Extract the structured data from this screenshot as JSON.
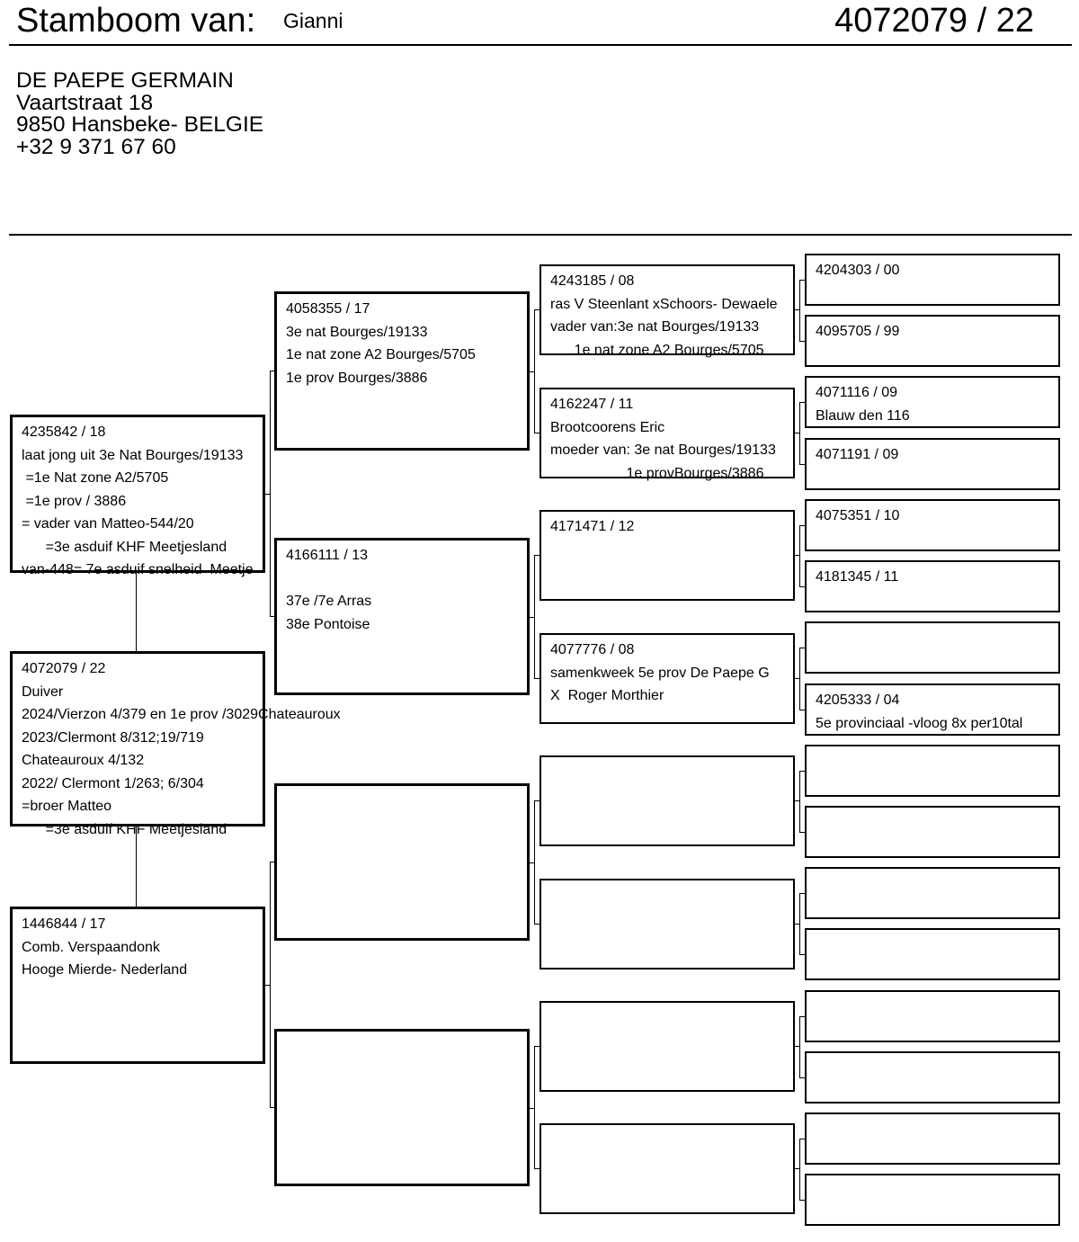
{
  "header": {
    "title": "Stamboom van:",
    "name": "Gianni",
    "ring": "4072079 / 22"
  },
  "owner": {
    "name": "DE PAEPE GERMAIN",
    "street": "Vaartstraat 18",
    "city": "9850 Hansbeke- BELGIE",
    "phone": "+32 9 371 67 60"
  },
  "pigeon": {
    "lines": [
      "4072079 / 22",
      "Duiver",
      "2024/Vierzon 4/379 en 1e prov /3029Chateauroux",
      "2023/Clermont 8/312;19/719",
      "Chateauroux 4/132",
      "2022/ Clermont 1/263; 6/304",
      "=broer Matteo",
      "      =3e asduif KHF Meetjesland"
    ]
  },
  "sire": {
    "lines": [
      "4235842 / 18",
      "laat jong uit 3e Nat Bourges/19133",
      " =1e Nat zone A2/5705",
      " =1e prov / 3886",
      "= vader van Matteo-544/20",
      "      =3e asduif KHF Meetjesland",
      "van-448= 7e asduif snelheid  Meetje"
    ]
  },
  "dam": {
    "lines": [
      "1446844 / 17",
      "Comb. Verspaandonk",
      "Hooge Mierde- Nederland"
    ]
  },
  "gen2": [
    {
      "lines": [
        "4058355 / 17",
        "3e nat Bourges/19133",
        "1e nat zone A2 Bourges/5705",
        "1e prov Bourges/3886"
      ]
    },
    {
      "lines": [
        "4166111 / 13",
        "",
        "37e /7e Arras",
        "38e Pontoise"
      ]
    },
    {
      "lines": []
    },
    {
      "lines": []
    }
  ],
  "gen3": [
    {
      "lines": [
        "4243185 / 08",
        "ras V Steenlant xSchoors- Dewaele",
        "vader van:3e nat Bourges/19133",
        "      1e nat zone A2 Bourges/5705"
      ]
    },
    {
      "lines": [
        "4162247 / 11",
        "Brootcoorens Eric",
        "moeder van: 3e nat Bourges/19133",
        "                   1e provBourges/3886"
      ]
    },
    {
      "lines": [
        "4171471 / 12"
      ]
    },
    {
      "lines": [
        "4077776 / 08",
        "samenkweek 5e prov De Paepe G",
        "X  Roger Morthier"
      ]
    },
    {
      "lines": []
    },
    {
      "lines": []
    },
    {
      "lines": []
    },
    {
      "lines": []
    }
  ],
  "gen4": [
    {
      "lines": [
        "4204303 / 00"
      ]
    },
    {
      "lines": [
        "4095705 / 99"
      ]
    },
    {
      "lines": [
        "4071116 / 09",
        "Blauw den 116"
      ]
    },
    {
      "lines": [
        "4071191 / 09"
      ]
    },
    {
      "lines": [
        "4075351 / 10"
      ]
    },
    {
      "lines": [
        "4181345 / 11"
      ]
    },
    {
      "lines": []
    },
    {
      "lines": [
        "4205333 / 04",
        "5e provinciaal -vloog 8x per10tal"
      ]
    },
    {
      "lines": []
    },
    {
      "lines": []
    },
    {
      "lines": []
    },
    {
      "lines": []
    },
    {
      "lines": []
    },
    {
      "lines": []
    },
    {
      "lines": []
    },
    {
      "lines": []
    }
  ]
}
